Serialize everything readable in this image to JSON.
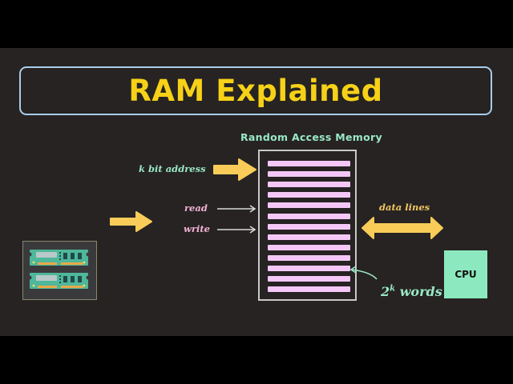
{
  "title": "RAM Explained",
  "memory": {
    "caption": "Random Access Memory",
    "row_count": 13
  },
  "inputs": {
    "address_label": "k bit address",
    "read_label": "read",
    "write_label": "write"
  },
  "data_lines_label": "data lines",
  "words_label": {
    "base": "2",
    "exponent": "k",
    "suffix": " words"
  },
  "cpu_label": "CPU",
  "icons": {
    "ram_module": "ram-stick-icon",
    "arrow": "arrow-right-icon"
  },
  "colors": {
    "background": "#262322",
    "title": "#f7d117",
    "title_border": "#a9cde8",
    "accent_mint": "#9ae8c6",
    "memory_row": "#f4c7f7",
    "arrow_yellow": "#f9cc59",
    "cpu": "#8ce9bf",
    "pink_label": "#f4b3d6"
  }
}
